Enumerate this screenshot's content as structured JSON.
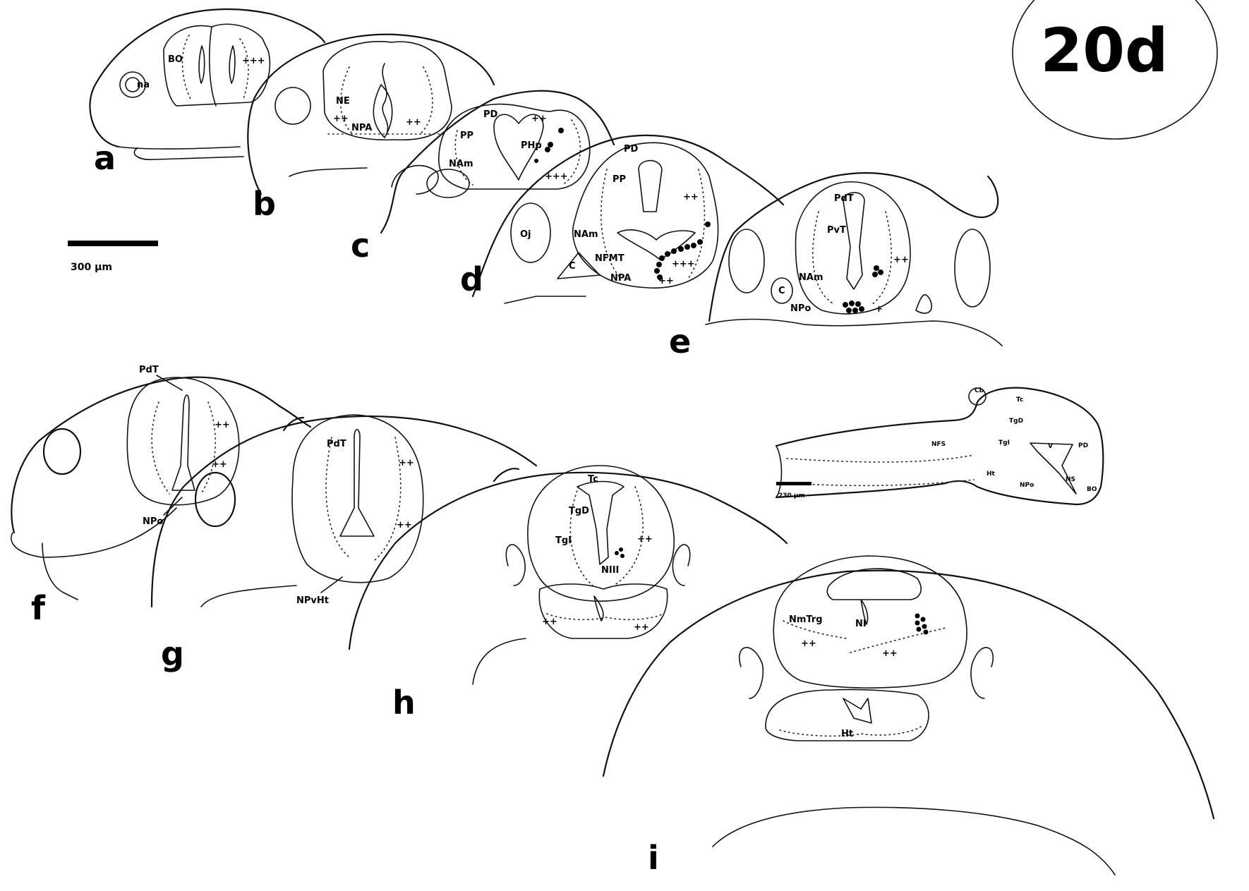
{
  "figure_label": "20d",
  "scale_bars": {
    "main": "300 µm",
    "inset": "230 µm"
  },
  "panels": {
    "a": {
      "letter": "a",
      "labels": [
        "BO",
        "na"
      ],
      "markers": [
        "+++"
      ]
    },
    "b": {
      "letter": "b",
      "labels": [
        "NE",
        "NPA"
      ],
      "markers": [
        "++",
        "++"
      ]
    },
    "c": {
      "letter": "c",
      "labels": [
        "PD",
        "PP",
        "PHp",
        "NAm"
      ],
      "markers": [
        "++",
        "+++"
      ]
    },
    "d": {
      "letter": "d",
      "labels": [
        "PD",
        "PP",
        "Oj",
        "NAm",
        "NFMT",
        "C",
        "NPA"
      ],
      "markers": [
        "++",
        "+++",
        "++"
      ]
    },
    "e": {
      "letter": "e",
      "labels": [
        "PdT",
        "PvT",
        "NAm",
        "C",
        "NPo"
      ],
      "markers": [
        "++",
        "+"
      ]
    },
    "f": {
      "letter": "f",
      "labels": [
        "PdT",
        "NPo"
      ],
      "markers": [
        "++",
        "++"
      ]
    },
    "g": {
      "letter": "g",
      "labels": [
        "PdT",
        "NPvHt"
      ],
      "markers": [
        "++",
        "++"
      ]
    },
    "h": {
      "letter": "h",
      "labels": [
        "Tc",
        "TgD",
        "TgI",
        "NIII"
      ],
      "markers": [
        "++",
        "++",
        "++"
      ]
    },
    "i": {
      "letter": "i",
      "labels": [
        "NmTrg",
        "NI",
        "Ht"
      ],
      "markers": [
        "++",
        "++"
      ]
    },
    "inset": {
      "labels": [
        "Cb",
        "Tc",
        "TgD",
        "TgI",
        "V",
        "PD",
        "NFS",
        "Ht",
        "NPo",
        "NS",
        "BO"
      ]
    }
  }
}
